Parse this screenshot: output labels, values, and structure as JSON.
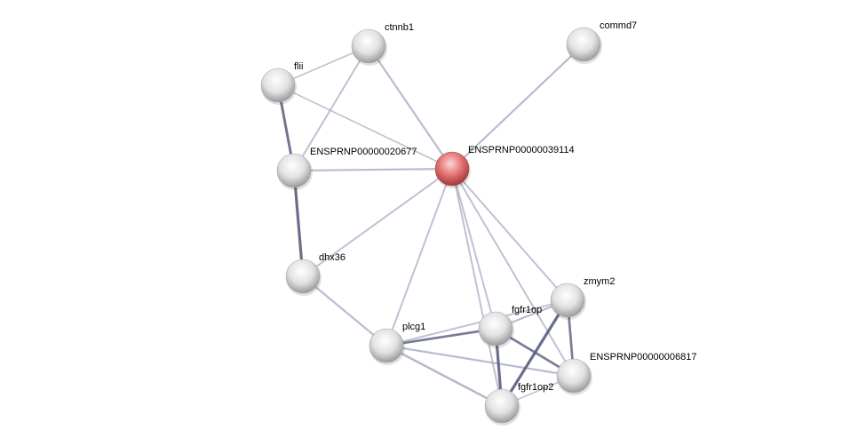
{
  "network": {
    "colors": {
      "node": "#d8d8d8",
      "query_node": "#e06666",
      "edge": "#9fa3bd",
      "edge_strong": "#5c6080"
    },
    "nodes": [
      {
        "id": "ctnnb1",
        "label": "ctnnb1"
      },
      {
        "id": "commd7",
        "label": "commd7"
      },
      {
        "id": "flii",
        "label": "flii"
      },
      {
        "id": "e20677",
        "label": "ENSPRNP00000020677"
      },
      {
        "id": "e39114",
        "label": "ENSPRNP00000039114",
        "query": true
      },
      {
        "id": "dhx36",
        "label": "dhx36"
      },
      {
        "id": "zmym2",
        "label": "zmym2"
      },
      {
        "id": "fgfr1op",
        "label": "fgfr1op"
      },
      {
        "id": "plcg1",
        "label": "plcg1"
      },
      {
        "id": "e06817",
        "label": "ENSPRNP00000006817"
      },
      {
        "id": "fgfr1op2",
        "label": "fgfr1op2"
      }
    ],
    "edges": [
      [
        "flii",
        "ctnnb1",
        0.2
      ],
      [
        "flii",
        "e39114",
        0.2
      ],
      [
        "flii",
        "e20677",
        0.7
      ],
      [
        "ctnnb1",
        "e20677",
        0.3
      ],
      [
        "ctnnb1",
        "e39114",
        0.4
      ],
      [
        "commd7",
        "e39114",
        0.4
      ],
      [
        "e20677",
        "e39114",
        0.4
      ],
      [
        "e20677",
        "dhx36",
        0.8
      ],
      [
        "dhx36",
        "e39114",
        0.3
      ],
      [
        "dhx36",
        "plcg1",
        0.4
      ],
      [
        "e39114",
        "plcg1",
        0.3
      ],
      [
        "e39114",
        "fgfr1op",
        0.3
      ],
      [
        "e39114",
        "fgfr1op2",
        0.3
      ],
      [
        "e39114",
        "zmym2",
        0.3
      ],
      [
        "e39114",
        "e06817",
        0.3
      ],
      [
        "plcg1",
        "fgfr1op",
        0.6
      ],
      [
        "plcg1",
        "zmym2",
        0.3
      ],
      [
        "plcg1",
        "e06817",
        0.4
      ],
      [
        "plcg1",
        "fgfr1op2",
        0.5
      ],
      [
        "fgfr1op",
        "fgfr1op2",
        0.8
      ],
      [
        "fgfr1op",
        "e06817",
        0.6
      ],
      [
        "fgfr1op",
        "zmym2",
        0.4
      ],
      [
        "zmym2",
        "fgfr1op2",
        0.8
      ],
      [
        "zmym2",
        "e06817",
        0.6
      ],
      [
        "e06817",
        "fgfr1op2",
        0.2
      ]
    ]
  }
}
